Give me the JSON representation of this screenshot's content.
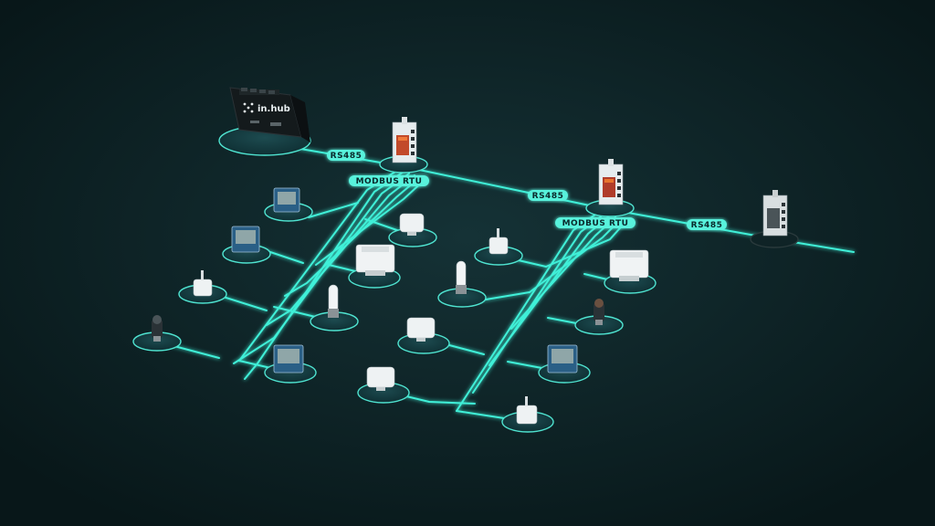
{
  "diagram": {
    "hub": {
      "logo_text": "in.hub"
    },
    "bus_labels": {
      "rs485_a": "RS485",
      "rs485_b": "RS485",
      "rs485_c": "RS485",
      "modbus_a": "MODBUS RTU",
      "modbus_b": "MODBUS RTU"
    },
    "colors": {
      "background": "#0b1e22",
      "line_glow": "#3ff0d8",
      "line_core": "#b8fff4",
      "label_fill": "#58f2dc",
      "platform_ring": "#4fe3d0",
      "platform_fill": "#123a3e",
      "hub_body": "#141a1c"
    },
    "devices": {
      "rtu_modules": [
        "rtu-module-1",
        "rtu-module-2",
        "rtu-module-3"
      ],
      "panel_meters": [
        "panel-meter",
        "panel-meter",
        "panel-meter",
        "panel-meter"
      ],
      "enclosures": [
        "enclosure-sensor",
        "enclosure-sensor",
        "enclosure-sensor",
        "enclosure-sensor"
      ],
      "large_boxes": [
        "large-enclosure",
        "large-enclosure"
      ],
      "probe_sensors": [
        "probe-sensor",
        "probe-sensor"
      ],
      "small_sensors": [
        "small-sensor",
        "small-sensor",
        "small-sensor"
      ],
      "cameras": [
        "camera-sensor",
        "camera-sensor"
      ]
    }
  }
}
